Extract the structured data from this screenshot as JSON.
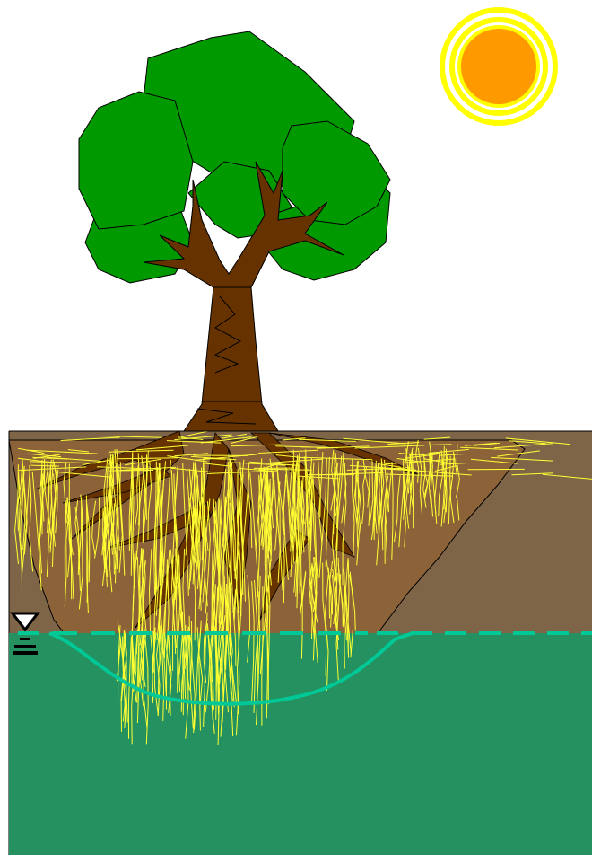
{
  "diagram": {
    "elements": [
      "sun",
      "tree-crown",
      "tree-trunk",
      "soil",
      "root-zone",
      "fine-roots",
      "saturated-zone",
      "water-table",
      "water-table-symbol"
    ],
    "colors": {
      "sky": "#ffffff",
      "sun_core": "#ff9900",
      "sun_rings": "#ffff00",
      "leaves": "#009900",
      "trunk": "#663300",
      "soil": "#7f6548",
      "root_zone": "#8c6239",
      "fine_roots": "#ffff33",
      "groundwater": "#259160",
      "water_table_line": "#00c896"
    },
    "icons": {
      "water_table": "inverted-triangle-water-table-icon"
    }
  }
}
